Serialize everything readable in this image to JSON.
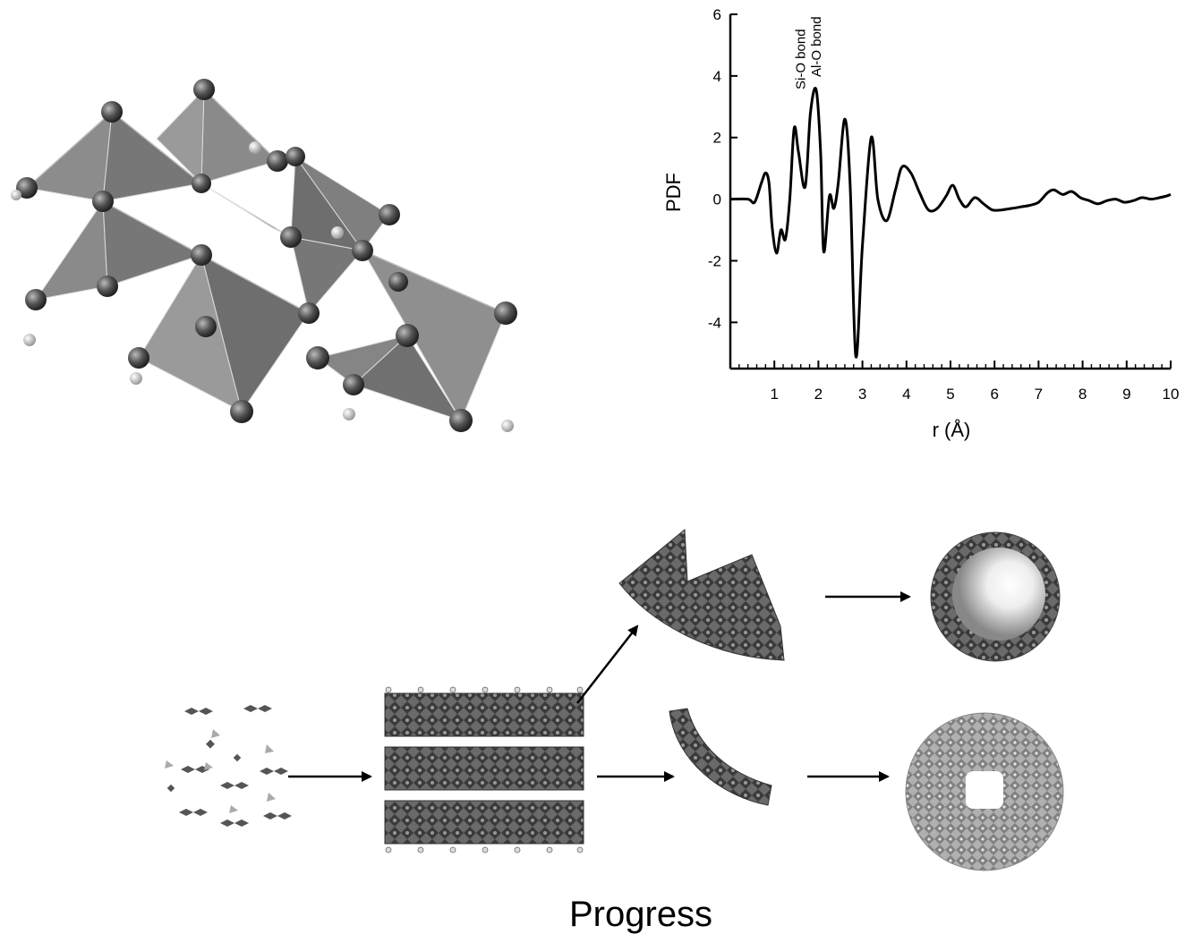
{
  "chart_data": {
    "type": "line",
    "title": "",
    "xlabel": "r (Å)",
    "ylabel": "PDF",
    "xlim": [
      0,
      10
    ],
    "ylim": [
      -5.5,
      6
    ],
    "x_ticks": [
      1,
      2,
      3,
      4,
      5,
      6,
      7,
      8,
      9,
      10
    ],
    "y_ticks": [
      -4,
      -2,
      0,
      2,
      4,
      6
    ],
    "x_tick_labels": [
      "1",
      "2",
      "3",
      "4",
      "5",
      "6",
      "7",
      "8",
      "9",
      "10"
    ],
    "y_tick_labels": [
      "-4",
      "-2",
      "0",
      "2",
      "4",
      "6"
    ],
    "grid": false,
    "annotations": [
      {
        "text": "Si-O bond",
        "x": 1.6
      },
      {
        "text": "Al-O bond",
        "x": 1.95
      }
    ],
    "series": [
      {
        "x": [
          0.0,
          0.4,
          0.55,
          0.7,
          0.8,
          0.88,
          0.95,
          1.05,
          1.15,
          1.25,
          1.35,
          1.45,
          1.55,
          1.7,
          1.82,
          1.95,
          2.05,
          2.12,
          2.25,
          2.35,
          2.45,
          2.6,
          2.72,
          2.85,
          3.0,
          3.2,
          3.35,
          3.55,
          3.75,
          3.9,
          4.1,
          4.3,
          4.5,
          4.7,
          4.9,
          5.05,
          5.2,
          5.35,
          5.55,
          5.75,
          5.95,
          6.15,
          6.4,
          6.6,
          6.8,
          7.0,
          7.2,
          7.35,
          7.55,
          7.75,
          7.95,
          8.15,
          8.35,
          8.55,
          8.75,
          8.95,
          9.15,
          9.35,
          9.55,
          9.75,
          9.9,
          10.0
        ],
        "y": [
          0.0,
          0.0,
          -0.1,
          0.5,
          0.85,
          0.5,
          -0.9,
          -1.75,
          -1.0,
          -1.3,
          0.0,
          2.3,
          1.5,
          0.4,
          2.8,
          3.55,
          1.5,
          -1.7,
          0.1,
          -0.3,
          0.5,
          2.6,
          0.5,
          -5.1,
          -1.5,
          2.0,
          0.0,
          -0.7,
          0.3,
          1.05,
          0.85,
          0.2,
          -0.35,
          -0.3,
          0.1,
          0.45,
          0.0,
          -0.25,
          0.05,
          -0.15,
          -0.35,
          -0.35,
          -0.3,
          -0.25,
          -0.2,
          -0.1,
          0.2,
          0.3,
          0.15,
          0.25,
          0.05,
          -0.05,
          -0.15,
          -0.05,
          0.0,
          -0.1,
          -0.05,
          0.05,
          0.0,
          0.05,
          0.1,
          0.15
        ]
      }
    ]
  },
  "diagram": {
    "progress_label": "Progress"
  }
}
